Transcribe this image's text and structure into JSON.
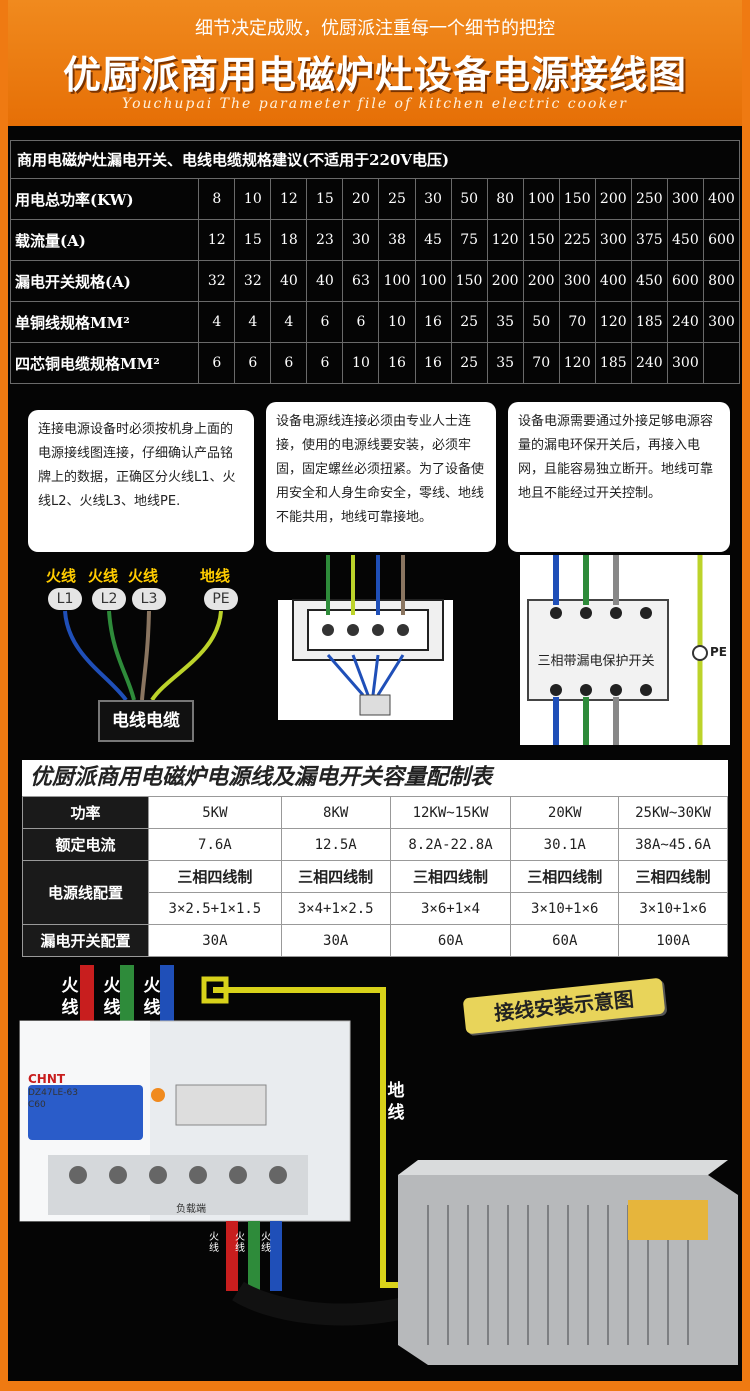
{
  "header": {
    "tagline": "细节决定成败，优厨派注重每一个细节的把控",
    "title": "优厨派商用电磁炉灶设备电源接线图",
    "subtitle": "Youchupai The parameter file of kitchen electric cooker"
  },
  "spec_table": {
    "caption": "商用电磁炉灶漏电开关、电线电缆规格建议(不适用于220V电压)",
    "rows": [
      {
        "label": "用电总功率(KW)",
        "values": [
          "8",
          "10",
          "12",
          "15",
          "20",
          "25",
          "30",
          "50",
          "80",
          "100",
          "150",
          "200",
          "250",
          "300",
          "400"
        ]
      },
      {
        "label": "载流量(A)",
        "values": [
          "12",
          "15",
          "18",
          "23",
          "30",
          "38",
          "45",
          "75",
          "120",
          "150",
          "225",
          "300",
          "375",
          "450",
          "600"
        ]
      },
      {
        "label": "漏电开关规格(A)",
        "values": [
          "32",
          "32",
          "40",
          "40",
          "63",
          "100",
          "100",
          "150",
          "200",
          "200",
          "300",
          "400",
          "450",
          "600",
          "800"
        ]
      },
      {
        "label": "单铜线规格MM²",
        "values": [
          "4",
          "4",
          "4",
          "6",
          "6",
          "10",
          "16",
          "25",
          "35",
          "50",
          "70",
          "120",
          "185",
          "240",
          "300"
        ]
      },
      {
        "label": "四芯铜电缆规格MM²",
        "values": [
          "6",
          "6",
          "6",
          "6",
          "10",
          "16",
          "16",
          "25",
          "35",
          "70",
          "120",
          "185",
          "240",
          "300",
          ""
        ]
      }
    ]
  },
  "notes": [
    "连接电源设备时必须按机身上面的电源接线图连接，仔细确认产品铭牌上的数据，正确区分火线L1、火线L2、火线L3、地线PE.",
    "设备电源线连接必须由专业人士连接，使用的电源线要安装，必须牢固，固定螺丝必须扭紧。为了设备使用安全和人身生命安全，零线、地线不能共用，地线可靠接地。",
    "设备电源需要通过外接足够电源容量的漏电环保开关后，再接入电网，且能容易独立断开。地线可靠地且不能经过开关控制。"
  ],
  "diagram": {
    "wire_labels": [
      "火线",
      "火线",
      "火线",
      "地线"
    ],
    "terminals": [
      "L1",
      "L2",
      "L3",
      "PE"
    ],
    "cable_box": "电线电缆",
    "rcd_label": "三相带漏电保护开关",
    "pe_label": "PE"
  },
  "capacity_table": {
    "title": "优厨派商用电磁炉电源线及漏电开关容量配制表",
    "headers": [
      "功率",
      "5KW",
      "8KW",
      "12KW~15KW",
      "20KW",
      "25KW~30KW"
    ],
    "rated_current": {
      "label": "额定电流",
      "values": [
        "7.6A",
        "12.5A",
        "8.2A-22.8A",
        "30.1A",
        "38A~45.6A"
      ]
    },
    "power_line": {
      "label": "电源线配置",
      "system": [
        "三相四线制",
        "三相四线制",
        "三相四线制",
        "三相四线制",
        "三相四线制"
      ],
      "spec": [
        "3×2.5+1×1.5",
        "3×4+1×2.5",
        "3×6+1×4",
        "3×10+1×6",
        "3×10+1×6"
      ]
    },
    "breaker": {
      "label": "漏电开关配置",
      "values": [
        "30A",
        "30A",
        "60A",
        "60A",
        "100A"
      ]
    }
  },
  "install": {
    "banner": "接线安装示意图",
    "fire_labels": [
      "火线",
      "火线",
      "火线"
    ],
    "ground_label": "地线",
    "bottom_fire_labels": [
      "火线",
      "火线",
      "火线"
    ],
    "breaker_brand": "CHNT",
    "breaker_model": "DZ47LE-63",
    "breaker_rating": "C60",
    "breaker_side": "负载端"
  },
  "colors": {
    "orange": "#ef7a12",
    "ground_yellow": "#d8d21a",
    "wire_red": "#c81e1e",
    "wire_green": "#2e8b3a",
    "wire_blue": "#1f4fb8"
  }
}
